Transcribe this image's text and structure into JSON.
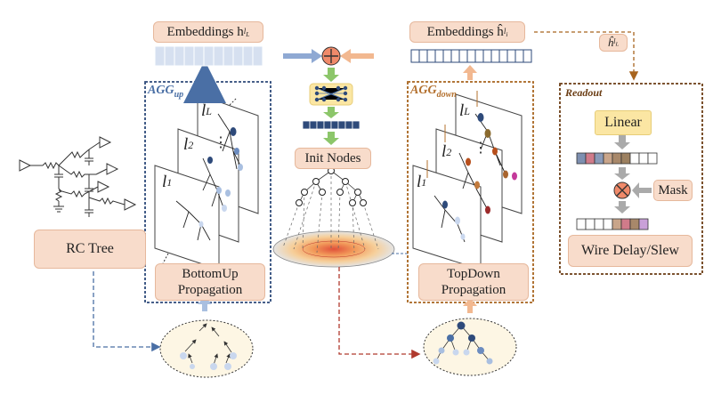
{
  "labels": {
    "embeddings_left": "Embeddings h",
    "embeddings_left_sup": "l",
    "embeddings_left_sub": "L",
    "embeddings_right": "Embeddings ĥ",
    "embeddings_right_sup": "l",
    "embeddings_right_sub": "i",
    "h_hat_tag": "ĥ",
    "h_hat_tag_sup": "l",
    "h_hat_tag_sub": "L",
    "agg_up": "AGG",
    "agg_up_sub": "up",
    "agg_down": "AGG",
    "agg_down_sub": "down",
    "readout": "Readout",
    "linear": "Linear",
    "mask": "Mask",
    "wire_delay": "Wire Delay/Slew",
    "init_nodes": "Init Nodes",
    "rc_tree": "RC Tree",
    "bottomup_line1": "BottomUp",
    "bottomup_line2": "Propagation",
    "topdown_line1": "TopDown",
    "topdown_line2": "Propagation",
    "layer_l1": "l",
    "layer_l1_sub": "1",
    "layer_l2": "l",
    "layer_l2_sub": "2",
    "layer_lL": "l",
    "layer_lL_sub": "L",
    "dots": "⋮"
  },
  "colors": {
    "blue_accent": "#4a6fa5",
    "blue_light": "#a9bfe0",
    "brown_accent": "#a8641e",
    "orange_light": "#f2b890",
    "red_dashed": "#b03a2e",
    "peach_box": "#f8dccb",
    "yellow_box": "#fbe6a3",
    "green_arrow": "#8cc66a"
  },
  "icons": {
    "plus_circle": "plus-circle-icon",
    "times_circle": "times-circle-icon",
    "neural_net": "neural-net-icon"
  }
}
